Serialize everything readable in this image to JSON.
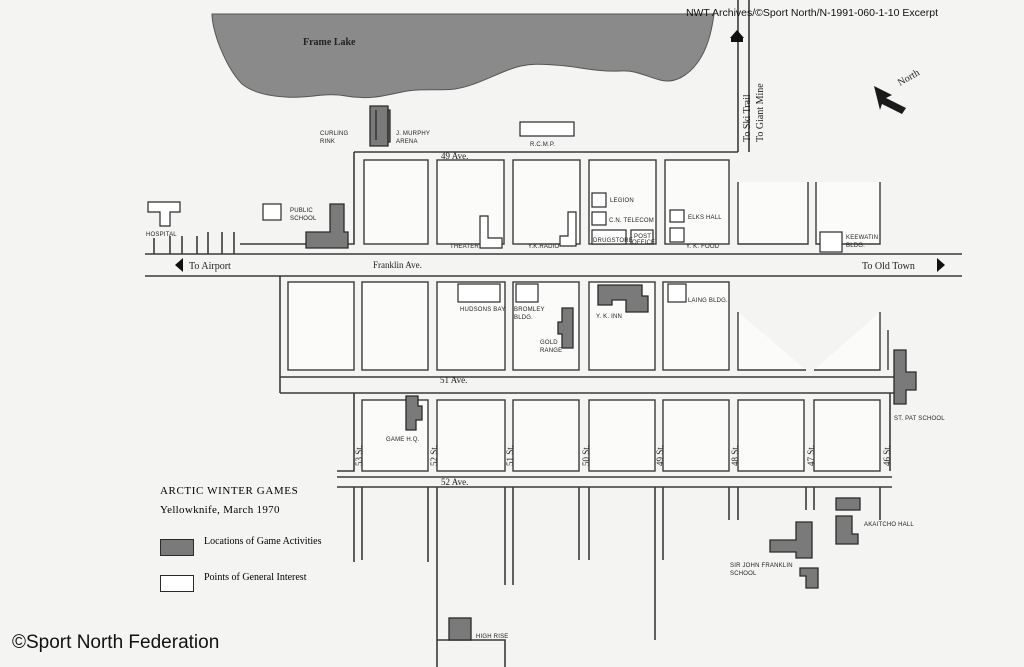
{
  "credit": "NWT Archives/©Sport North/N-1991-060-1-10 Excerpt",
  "copyright": "©Sport North Federation",
  "legend": {
    "title": "ARCTIC WINTER GAMES",
    "subtitle": "Yellowknife, March 1970",
    "activity": "Locations of Game Activities",
    "interest": "Points of General Interest"
  },
  "lake": "Frame Lake",
  "north": "North",
  "streets": {
    "ave49": "49 Ave.",
    "franklin": "Franklin Ave.",
    "ave51": "51 Ave.",
    "ave52": "52 Ave.",
    "st53": "53 St.",
    "st52": "52 St.",
    "st51": "51 St.",
    "st50": "50 St.",
    "st49": "49 St.",
    "st48": "48 St.",
    "st47": "47 St.",
    "st46": "46 St."
  },
  "directions": {
    "airport": "To Airport",
    "old_town": "To Old Town",
    "ski": "To Ski Trail",
    "mine": "To Giant Mine"
  },
  "places": {
    "curling": [
      "CURLING",
      "RINK"
    ],
    "arena": [
      "J. MURPHY",
      "ARENA"
    ],
    "rcmp": "R.C.M.P.",
    "public_school": [
      "PUBLIC",
      "SCHOOL"
    ],
    "hospital": "HOSPITAL",
    "theater": "THEATER",
    "yk_radio": "Y.K.RADIO",
    "legion": "LEGION",
    "cn_telecom": "C.N. TELECOM",
    "drugstore": "DRUGSTORE",
    "post_office": [
      "POST",
      "OFFICE"
    ],
    "elks_hall": "ELKS HALL",
    "yk_food": "Y. K. FOOD",
    "keewatin": [
      "KEEWATIN",
      "BLDG."
    ],
    "hudsons_bay": "HUDSONS BAY",
    "bromley": [
      "BROMLEY",
      "BLDG."
    ],
    "yk_inn": "Y. K. INN",
    "laing": "LAING BLDG.",
    "gold_range": [
      "GOLD",
      "RANGE"
    ],
    "st_pat": "ST. PAT SCHOOL",
    "game_hq": "GAME H.Q.",
    "akaitcho": "AKAITCHO HALL",
    "sir_john": [
      "SIR JOHN FRANKLIN",
      "SCHOOL"
    ],
    "high_rise": "HIGH RISE"
  }
}
